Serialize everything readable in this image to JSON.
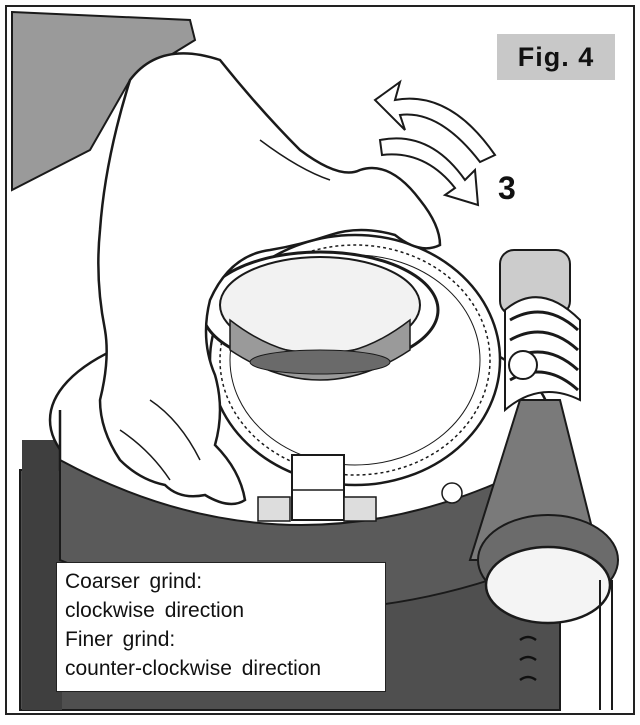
{
  "figure_label": "Fig. 4",
  "step_number": "3",
  "caption": {
    "coarser_label": "Coarser grind:",
    "coarser_direction": "clockwise direction",
    "finer_label": "Finer grind:",
    "finer_direction": "counter-clockwise direction"
  },
  "colors": {
    "label_bg": "#c8c8c8",
    "line": "#1a1a1a",
    "shade": "#555555"
  },
  "icons": [
    "rotation-arrows-icon",
    "hand-illustration",
    "grinder-illustration"
  ]
}
